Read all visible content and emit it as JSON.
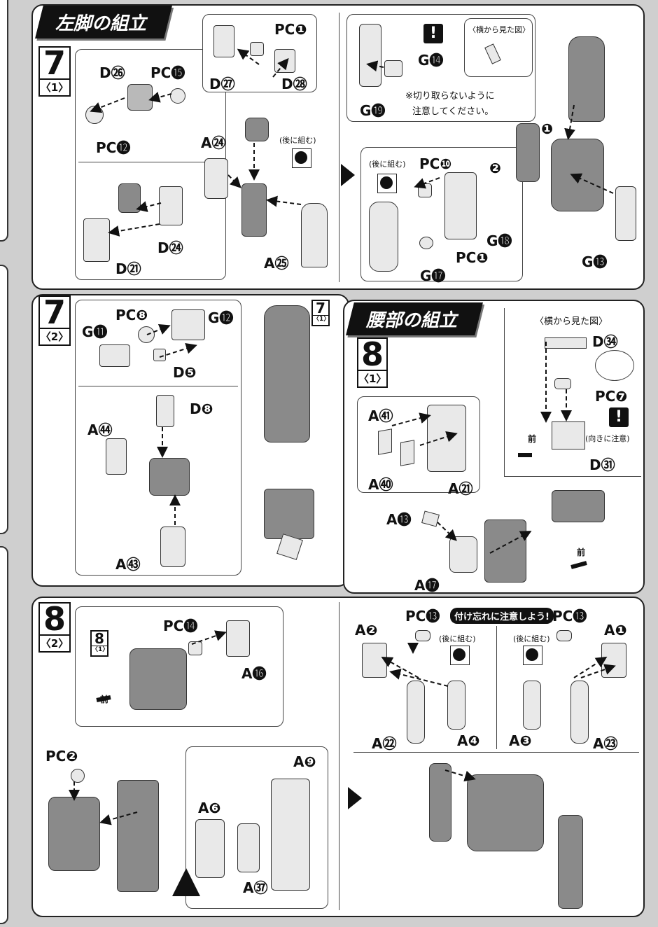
{
  "sections": {
    "left_leg_title": "左脚の組立",
    "waist_title": "腰部の組立"
  },
  "steps": {
    "s7_1": {
      "num": "7",
      "sub": "〈1〉"
    },
    "s7_2": {
      "num": "7",
      "sub": "〈2〉"
    },
    "s8_1": {
      "num": "8",
      "sub": "〈1〉"
    },
    "s8_2": {
      "num": "8",
      "sub": "〈2〉"
    },
    "ref_7_1": {
      "num": "7",
      "sub": "〈1〉"
    },
    "ref_8_1": {
      "num": "8",
      "sub": "〈1〉"
    }
  },
  "notes": {
    "side_view_1": "〈横から見た図〉",
    "side_view_2": "〈横から見た図〉",
    "dont_cut_1": "※切り取らないように",
    "dont_cut_2": "注意してください。",
    "assemble_later": "(後に組む)",
    "mind_direction": "(向きに注意)",
    "dont_forget": "付け忘れに注意しよう!",
    "front": "前",
    "warning_mark": "!"
  },
  "labels": {
    "p1": {
      "D26": "D㉖",
      "PC15": "PC⓯",
      "PC12": "PC⓬",
      "D21": "D㉑",
      "D24b": "D㉔",
      "PC1a": "PC❶",
      "D27": "D㉗",
      "D28": "D㉘",
      "A24": "A㉔",
      "A25": "A㉕",
      "G14": "G⓮",
      "G19": "G⓳",
      "G13": "G⓭",
      "PC10": "PC❿",
      "G18": "G⓲",
      "PC1b": "PC❶",
      "G17": "G⓱",
      "n1": "❶",
      "n2": "❷"
    },
    "p2": {
      "PC8": "PC❽",
      "G12": "G⓬",
      "G11": "G⓫",
      "D5": "D❺",
      "D8": "D❽",
      "A44": "A㊹",
      "A43": "A㊸"
    },
    "p3": {
      "D34": "D㉞",
      "PC7": "PC❼",
      "D31": "D㉛",
      "A41": "A㊶",
      "A40": "A㊵",
      "A21": "A㉑",
      "A13": "A⓭",
      "A17": "A⓱"
    },
    "p4": {
      "PC14": "PC⓮",
      "A16": "A⓰",
      "PC2": "PC❷",
      "A9": "A❾",
      "A6": "A❻",
      "A37": "A㊲",
      "PC13a": "PC⓭",
      "PC13b": "PC⓭",
      "A2": "A❷",
      "A1": "A❶",
      "A22": "A㉒",
      "A4": "A❹",
      "A3": "A❸",
      "A23": "A㉓"
    }
  }
}
